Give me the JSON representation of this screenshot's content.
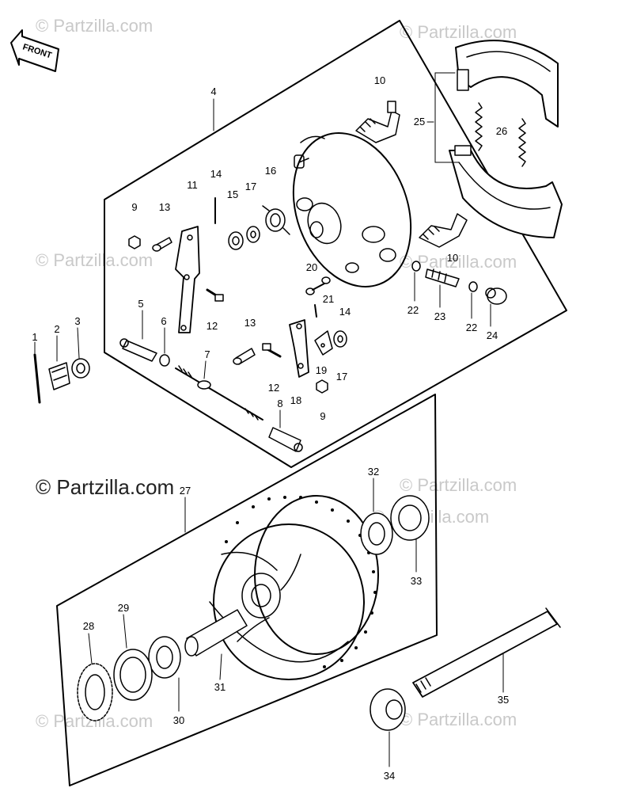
{
  "orientation": {
    "label": "FRONT"
  },
  "watermarks": [
    "© Partzilla.com",
    "© Partzilla.com",
    "© Partzilla.com",
    "© Partzilla.com",
    "© Partzilla.com",
    "© Partzilla.com",
    "© Partzilla.com",
    "© Partzilla.com",
    "© Partzilla.com"
  ],
  "callouts": {
    "c1": "1",
    "c2": "2",
    "c3": "3",
    "c4": "4",
    "c5": "5",
    "c6": "6",
    "c7": "7",
    "c8": "8",
    "c9a": "9",
    "c9b": "9",
    "c10a": "10",
    "c10b": "10",
    "c11": "11",
    "c12a": "12",
    "c12b": "12",
    "c13a": "13",
    "c13b": "13",
    "c14a": "14",
    "c14b": "14",
    "c15": "15",
    "c16": "16",
    "c17a": "17",
    "c17b": "17",
    "c18": "18",
    "c19": "19",
    "c20": "20",
    "c21": "21",
    "c22a": "22",
    "c22b": "22",
    "c23": "23",
    "c24": "24",
    "c25": "25",
    "c26": "26",
    "c27": "27",
    "c28": "28",
    "c29": "29",
    "c30": "30",
    "c31": "31",
    "c32": "32",
    "c33": "33",
    "c34": "34",
    "c35": "35"
  }
}
